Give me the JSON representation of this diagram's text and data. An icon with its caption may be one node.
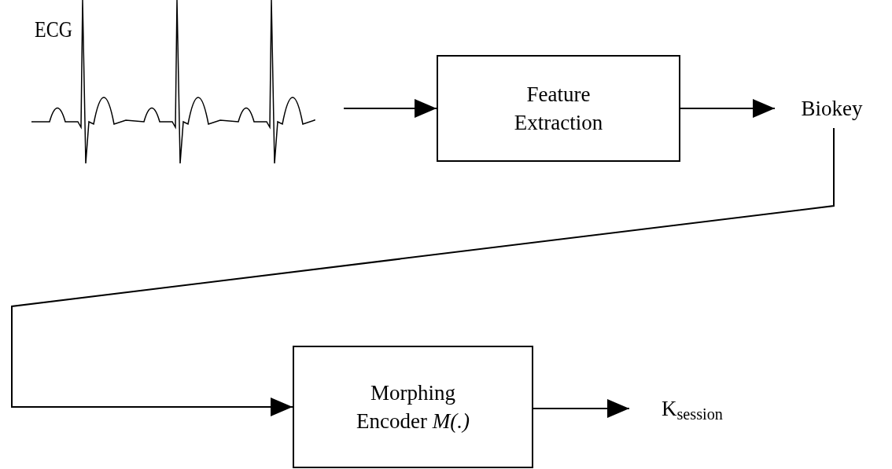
{
  "diagram": {
    "nodes": [
      {
        "text": [
          "ECG"
        ]
      },
      {
        "text": [
          "Feature Extraction"
        ]
      },
      {
        "text": [
          "Biokey"
        ]
      },
      {
        "text": [
          "Morphing Encoder *M(.)*"
        ]
      },
      {
        "text": [
          "K$_{session}$"
        ]
      }
    ],
    "edges": [
      {
        "from": 0,
        "to": 1,
        "arrow": "to"
      },
      {
        "from": 1,
        "to": 2,
        "arrow": "to"
      },
      {
        "from": 2,
        "to": 3,
        "arrow": "to"
      },
      {
        "from": 3,
        "to": 4,
        "arrow": "to"
      }
    ]
  }
}
